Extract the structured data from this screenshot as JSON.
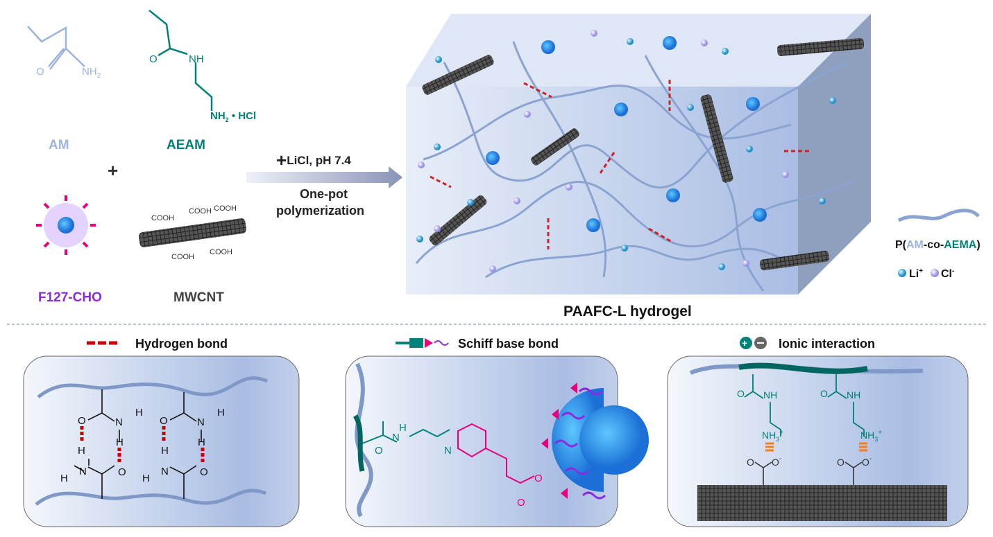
{
  "monomers": {
    "am": {
      "label": "AM",
      "o": "O",
      "nh2": "NH",
      "sub2": "2"
    },
    "aeam": {
      "label": "AEAM",
      "o": "O",
      "nh": "NH",
      "nh2hcl": "NH",
      "sub2": "2",
      "hcl": " • HCl"
    },
    "plus": "+",
    "f127": {
      "label": "F127-CHO"
    },
    "mwcnt": {
      "label": "MWCNT",
      "cooh": "COOH"
    }
  },
  "arrow": {
    "top_label": "LiCl, pH 7.4",
    "plus": "+",
    "bottom_line1": "One-pot",
    "bottom_line2": "polymerization"
  },
  "hydrogel": {
    "title": "PAAFC-L hydrogel"
  },
  "legend": {
    "polymer_p": "P(",
    "polymer_am": "AM",
    "polymer_co": "-co-",
    "polymer_aema": "AEMA",
    "polymer_close": ")",
    "li": "Li",
    "li_sup": "+",
    "cl": "Cl",
    "cl_sup": "-"
  },
  "panels": [
    {
      "title": "Hydrogen bond",
      "atoms": {
        "o": "O",
        "n": "N",
        "h": "H"
      }
    },
    {
      "title": "Schiff base bond",
      "atoms": {
        "o": "O",
        "n": "N",
        "h": "H"
      }
    },
    {
      "title": "Ionic interaction",
      "atoms": {
        "o": "O",
        "nh": "NH",
        "nh3": "NH",
        "sub3": "3",
        "plus": "+",
        "minus": "-"
      }
    }
  ],
  "colors": {
    "am": "#9db3df",
    "aeam": "#00817a",
    "f127": "#8a2be2",
    "mwcnt": "#404040",
    "hbond": "#cc0000",
    "schiff": "#e6007e",
    "nh3_bond": "#f08020",
    "box": "#b6c6e6"
  }
}
